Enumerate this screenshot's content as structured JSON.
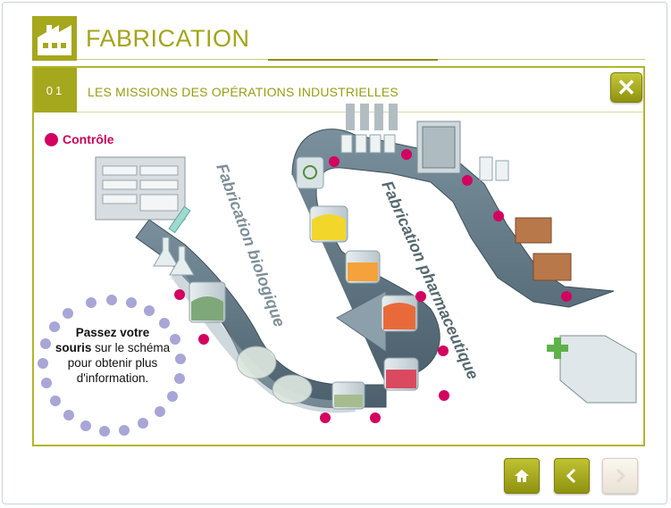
{
  "header": {
    "title": "FABRICATION"
  },
  "section": {
    "number": "01",
    "title": "LES MISSIONS DES OPÉRATIONS INDUSTRIELLES"
  },
  "legend": {
    "label": "Contrôle"
  },
  "diagram": {
    "label_bio": "Fabrication biologique",
    "label_pharma": "Fabrication pharmaceutique"
  },
  "hint": {
    "bold1": "Passez votre",
    "bold2": "souris",
    "rest": " sur le schéma pour obtenir plus d'information."
  },
  "colors": {
    "accent": "#a5a71d",
    "control": "#d3005f",
    "conveyor": "#5d7483"
  },
  "nav": {
    "home_icon": "home-icon",
    "prev_icon": "chevron-left-icon",
    "next_icon": "chevron-right-icon"
  }
}
